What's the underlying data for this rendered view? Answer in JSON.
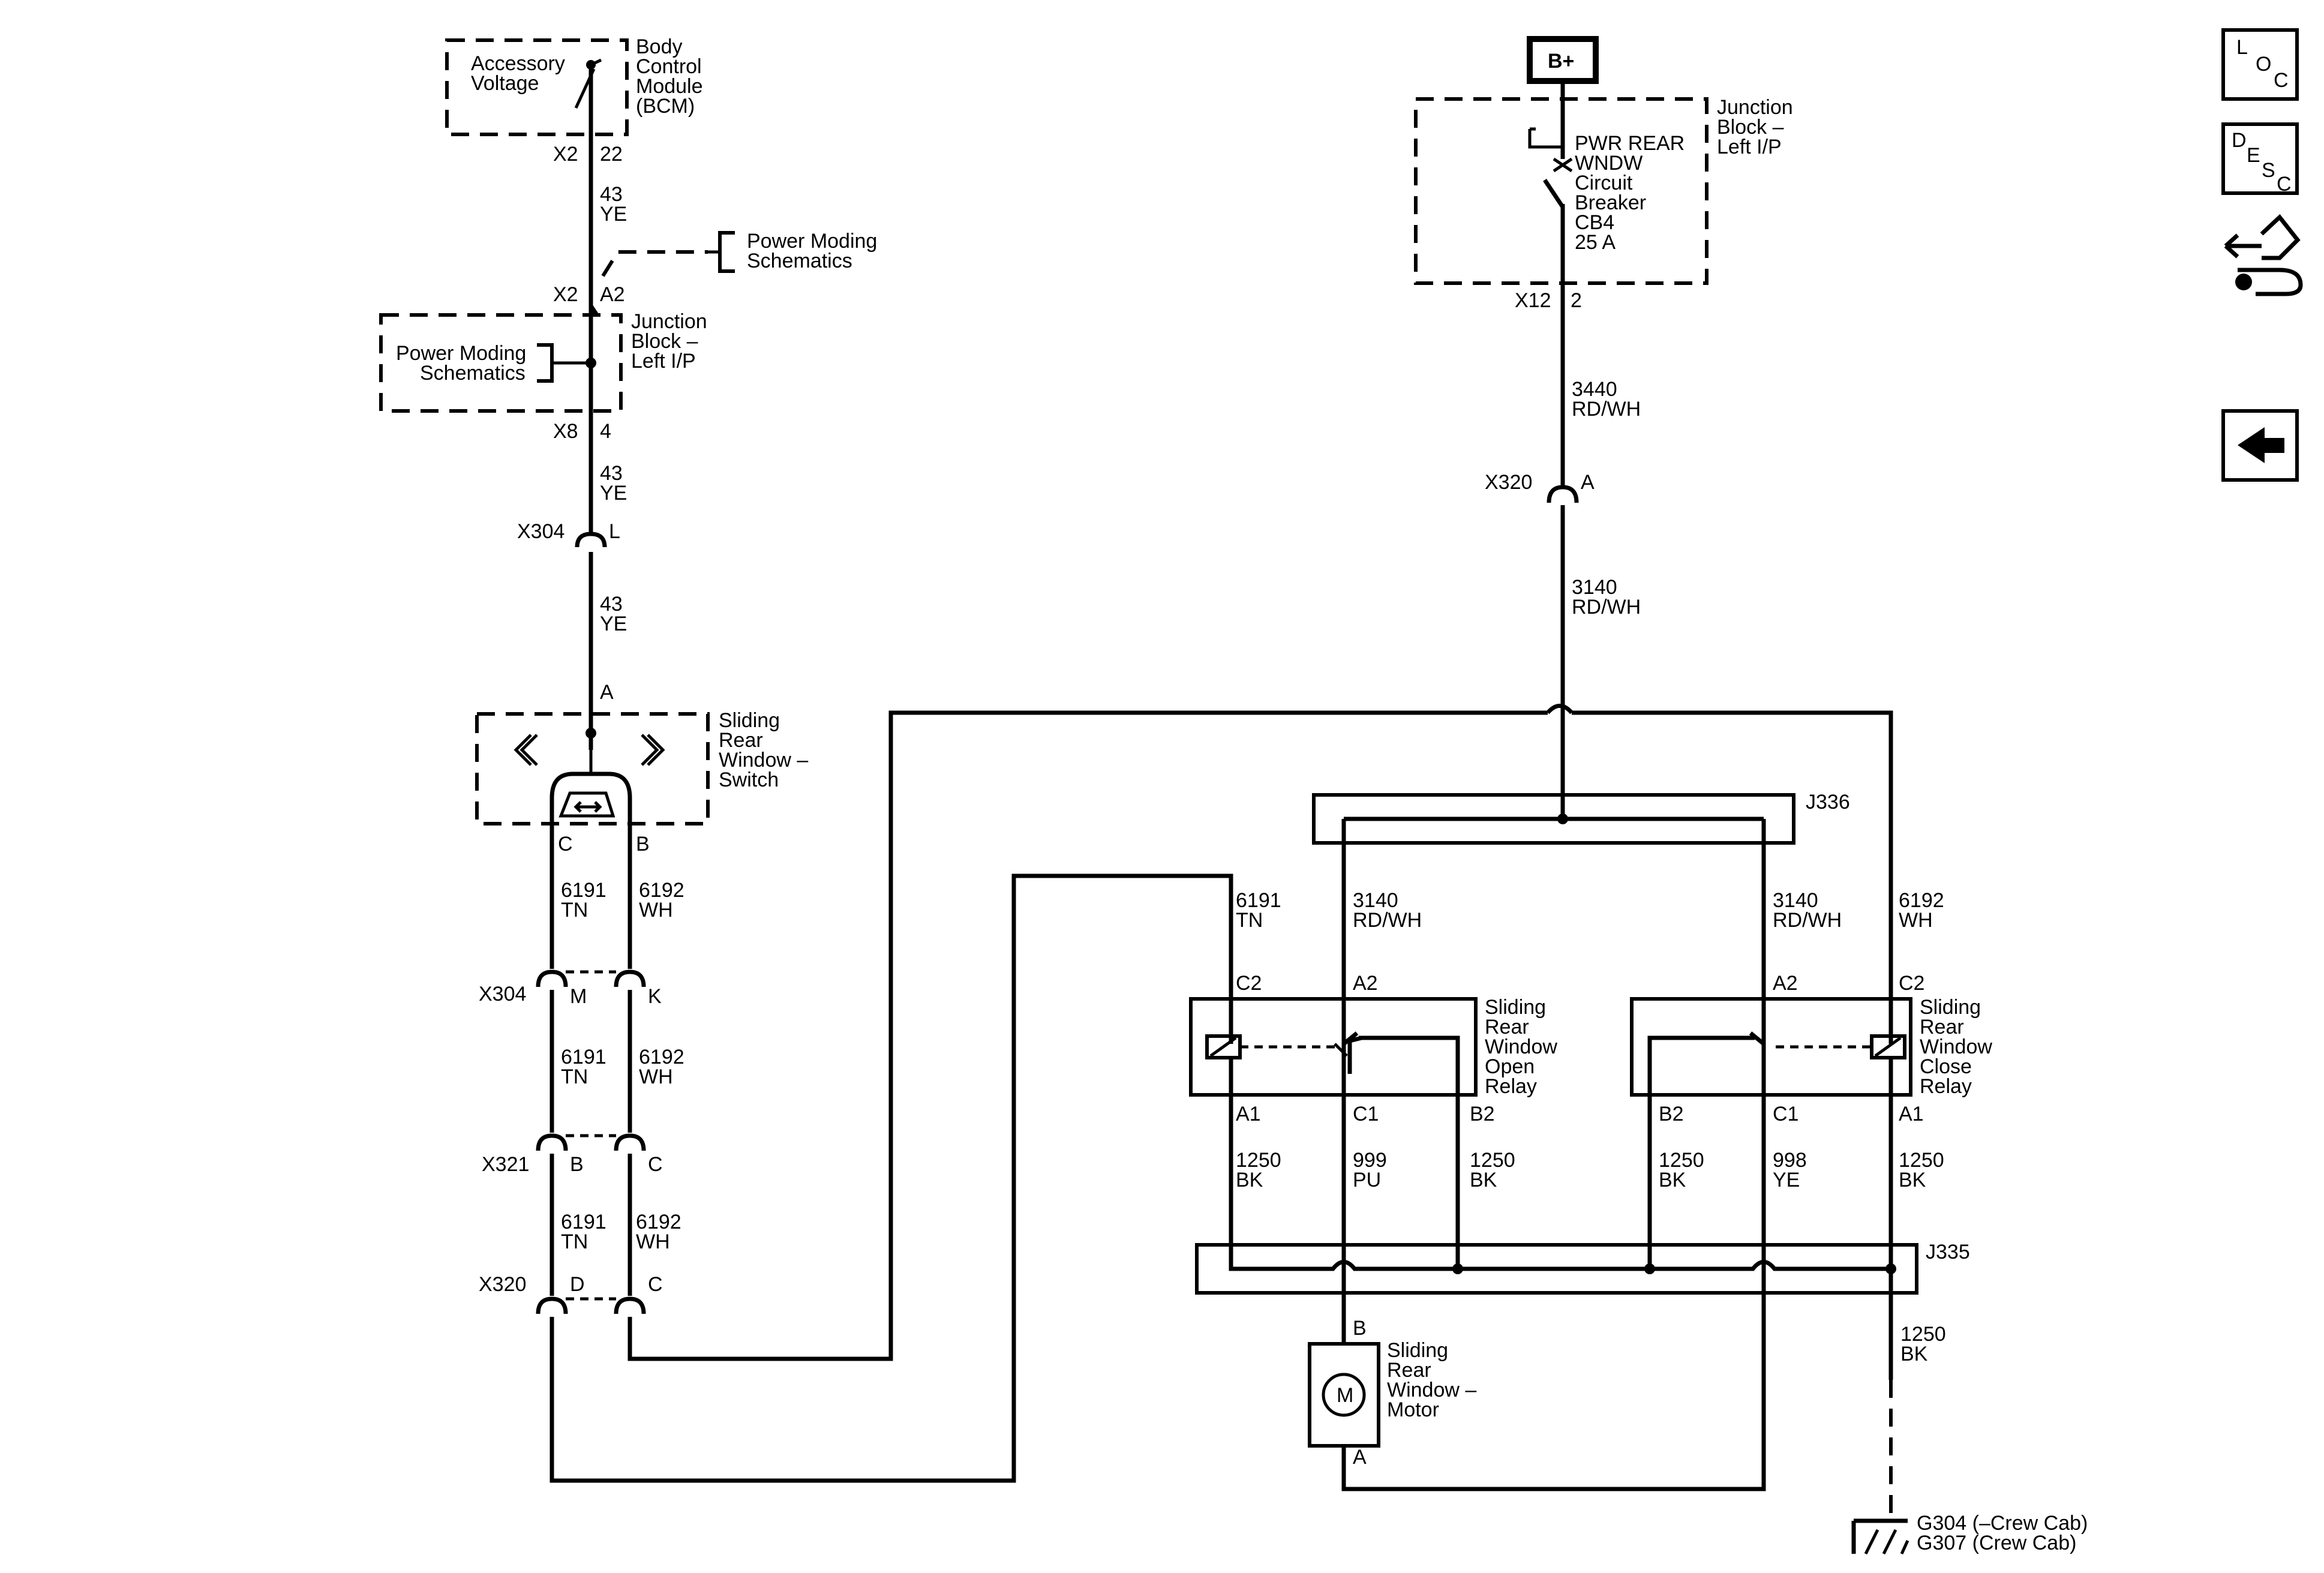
{
  "bcm": {
    "label1": "Accessory",
    "label2": "Voltage",
    "name": [
      "Body",
      "Control",
      "Module",
      "(BCM)"
    ],
    "conn": "X2",
    "pin": "22"
  },
  "wire_43_a": [
    "43",
    "YE"
  ],
  "power_moding_top": [
    "Power Moding",
    "Schematics"
  ],
  "jb_left": {
    "conn_top": "X2",
    "pin_top": "A2",
    "name": [
      "Junction",
      "Block –",
      "Left I/P"
    ],
    "inner": [
      "Power Moding",
      "Schematics"
    ],
    "conn_bot": "X8",
    "pin_bot": "4"
  },
  "wire_43_b": [
    "43",
    "YE"
  ],
  "x304_top": {
    "conn": "X304",
    "pin": "L"
  },
  "wire_43_c": [
    "43",
    "YE"
  ],
  "switch": {
    "pin_top": "A",
    "name": [
      "Sliding",
      "Rear",
      "Window –",
      "Switch"
    ],
    "pin_c": "C",
    "pin_b": "B"
  },
  "wire_6191_a": [
    "6191",
    "TN"
  ],
  "wire_6192_a": [
    "6192",
    "WH"
  ],
  "x304_mid": {
    "conn": "X304",
    "pin_l": "M",
    "pin_r": "K"
  },
  "wire_6191_b": [
    "6191",
    "TN"
  ],
  "wire_6192_b": [
    "6192",
    "WH"
  ],
  "x321": {
    "conn": "X321",
    "pin_l": "B",
    "pin_r": "C"
  },
  "wire_6191_c": [
    "6191",
    "TN"
  ],
  "wire_6192_c": [
    "6192",
    "WH"
  ],
  "x320_left": {
    "conn": "X320",
    "pin_l": "D",
    "pin_r": "C"
  },
  "bplus": "B+",
  "jb_right": {
    "name": [
      "Junction",
      "Block –",
      "Left I/P"
    ],
    "cb": [
      "PWR REAR",
      "WNDW",
      "Circuit",
      "Breaker",
      "CB4",
      "25 A"
    ],
    "conn": "X12",
    "pin": "2"
  },
  "wire_3440": [
    "3440",
    "RD/WH"
  ],
  "x320_right": {
    "conn": "X320",
    "pin": "A"
  },
  "wire_3140_main": [
    "3140",
    "RD/WH"
  ],
  "j336": "J336",
  "open_relay": {
    "wire_6191": [
      "6191",
      "TN"
    ],
    "wire_3140": [
      "3140",
      "RD/WH"
    ],
    "pin_c2": "C2",
    "pin_a2": "A2",
    "name": [
      "Sliding",
      "Rear",
      "Window",
      "Open",
      "Relay"
    ],
    "pin_a1": "A1",
    "pin_c1": "C1",
    "pin_b2": "B2",
    "wire_a1": [
      "1250",
      "BK"
    ],
    "wire_c1": [
      "999",
      "PU"
    ],
    "wire_b2": [
      "1250",
      "BK"
    ]
  },
  "close_relay": {
    "wire_3140": [
      "3140",
      "RD/WH"
    ],
    "wire_6192": [
      "6192",
      "WH"
    ],
    "pin_a2": "A2",
    "pin_c2": "C2",
    "name": [
      "Sliding",
      "Rear",
      "Window",
      "Close",
      "Relay"
    ],
    "pin_b2": "B2",
    "pin_c1": "C1",
    "pin_a1": "A1",
    "wire_b2": [
      "1250",
      "BK"
    ],
    "wire_c1": [
      "998",
      "YE"
    ],
    "wire_a1": [
      "1250",
      "BK"
    ]
  },
  "j335": "J335",
  "ground_wire": [
    "1250",
    "BK"
  ],
  "motor": {
    "pin_b": "B",
    "symbol": "M",
    "name": [
      "Sliding",
      "Rear",
      "Window –",
      "Motor"
    ],
    "pin_a": "A"
  },
  "ground": [
    "G304 (–Crew Cab)",
    "G307 (Crew Cab)"
  ],
  "nav": {
    "loc": [
      "L",
      "O",
      "C"
    ],
    "desc": [
      "D",
      "E",
      "S",
      "C"
    ],
    "back_icon": "back-arrow-icon",
    "connector_icon": "connector-hand-icon"
  }
}
